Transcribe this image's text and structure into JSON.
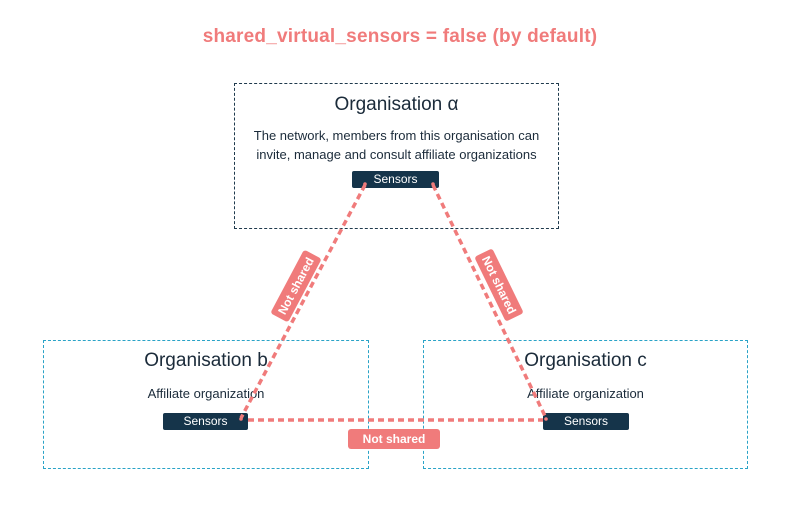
{
  "title": "shared_virtual_sensors = false (by default)",
  "colors": {
    "accent": "#f07b7b",
    "primary_border": "#1f3a4d",
    "affiliate_border": "#2aa3c7",
    "sensor_fill": "#15344a",
    "text": "#1b2b3a"
  },
  "organisations": {
    "alpha": {
      "title": "Organisation α",
      "description_line1": "The network, members from this organisation can",
      "description_line2": "invite, manage and consult affiliate organizations",
      "sensors_label": "Sensors"
    },
    "b": {
      "title": "Organisation b",
      "description": "Affiliate organization",
      "sensors_label": "Sensors"
    },
    "c": {
      "title": "Organisation c",
      "description": "Affiliate organization",
      "sensors_label": "Sensors"
    }
  },
  "links": {
    "alpha_b": "Not shared",
    "alpha_c": "Not shared",
    "b_c": "Not shared"
  }
}
